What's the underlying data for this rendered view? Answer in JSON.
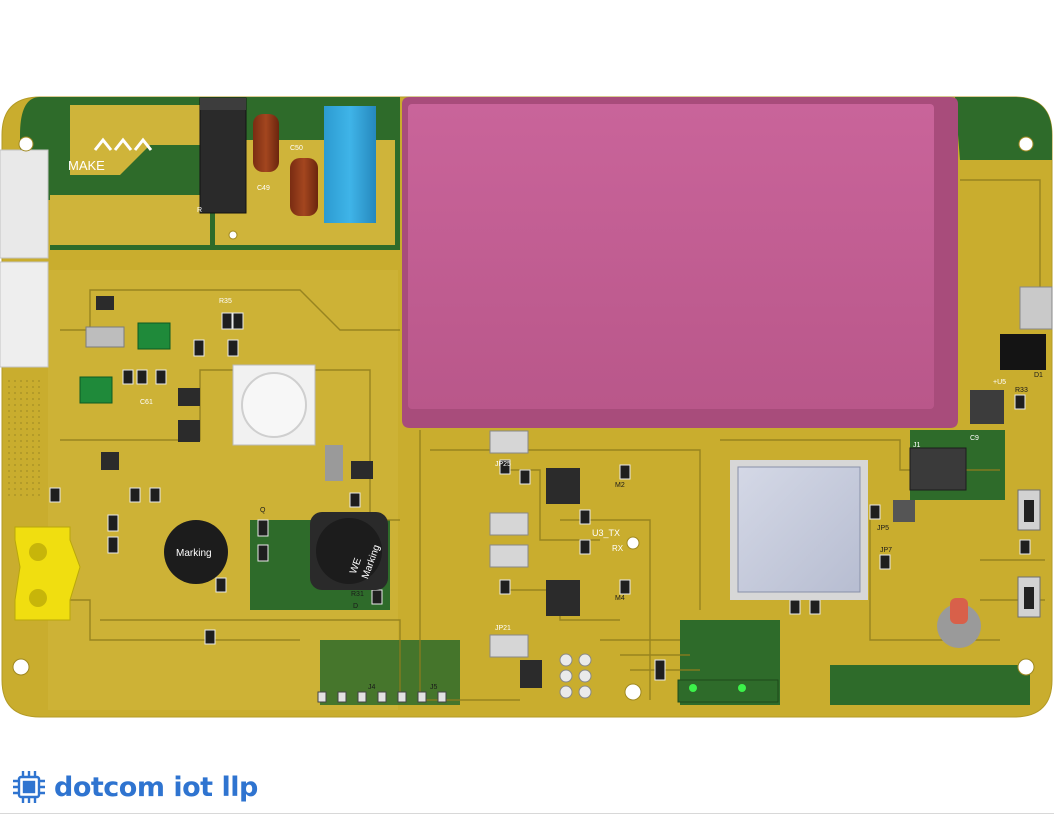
{
  "brand": {
    "name": "dotcom iot llp",
    "icon": "chip-icon",
    "color": "#2f74d0"
  },
  "board": {
    "colors": {
      "board": "#c9ad2e",
      "copper": "#cfb43a",
      "solder_mask_green": "#2e6b2a",
      "shield_can": "#c45f8f",
      "mcu_body": "#c7cde0",
      "connector_yellow": "#f0de10",
      "inductor_black": "#1c1c1c"
    },
    "silkscreen_text": {
      "make_logo": "MAKE",
      "c50": "C50",
      "c49": "C49",
      "r": "R",
      "c61": "C61",
      "inductor_left": "Marking",
      "inductor_right_line1": "WE",
      "inductor_right_line2": "Marking",
      "r31": "R31",
      "d": "D",
      "u3_tx": "U3_TX",
      "rx": "RX",
      "jp25": "JP25",
      "jp21": "JP21",
      "m2": "M2",
      "m4": "M4",
      "j1": "J1",
      "c9": "C9",
      "jp5": "JP5",
      "jp7": "JP7",
      "r33": "R33",
      "d1": "D1",
      "plus_u5": "+U5",
      "j4": "J4",
      "j5": "J5",
      "r35": "R35",
      "q": "Q"
    }
  }
}
